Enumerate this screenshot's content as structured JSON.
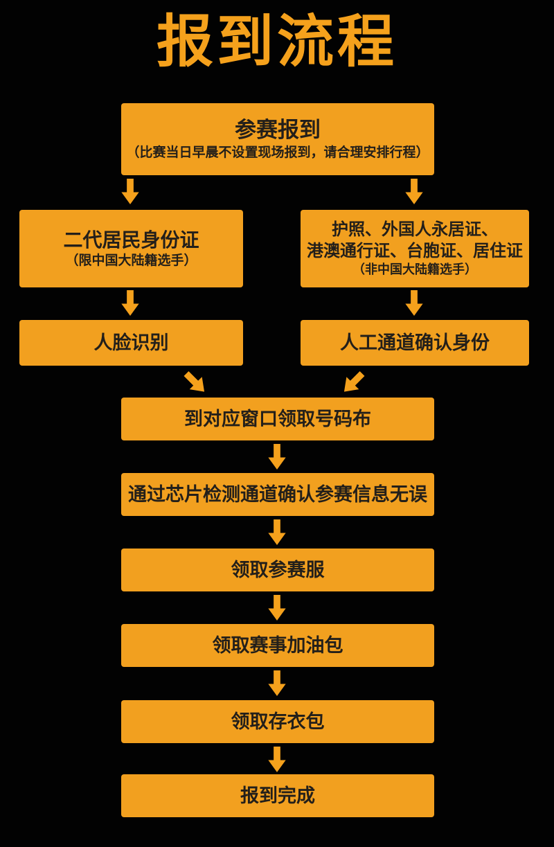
{
  "page": {
    "title": "报到流程",
    "background_color": "#000000",
    "accent_color": "#F2A01F",
    "box_text_color": "#231F1A"
  },
  "flow": {
    "start": {
      "title": "参赛报到",
      "subtitle": "（比赛当日早晨不设置现场报到，请合理安排行程）"
    },
    "left_branch": {
      "id_card": {
        "title": "二代居民身份证",
        "subtitle": "（限中国大陆籍选手）"
      },
      "face_recognition": {
        "title": "人脸识别"
      }
    },
    "right_branch": {
      "documents": {
        "title_line1": "护照、外国人永居证、",
        "title_line2": "港澳通行证、台胞证、居住证",
        "subtitle": "（非中国大陆籍选手）"
      },
      "manual_verify": {
        "title": "人工通道确认身份"
      }
    },
    "merged_steps": [
      "到对应窗口领取号码布",
      "通过芯片检测通道确认参赛信息无误",
      "领取参赛服",
      "领取赛事加油包",
      "领取存衣包",
      "报到完成"
    ]
  },
  "icons": {
    "down_arrow": "↓",
    "down_right_arrow": "↘",
    "down_left_arrow": "↙"
  }
}
